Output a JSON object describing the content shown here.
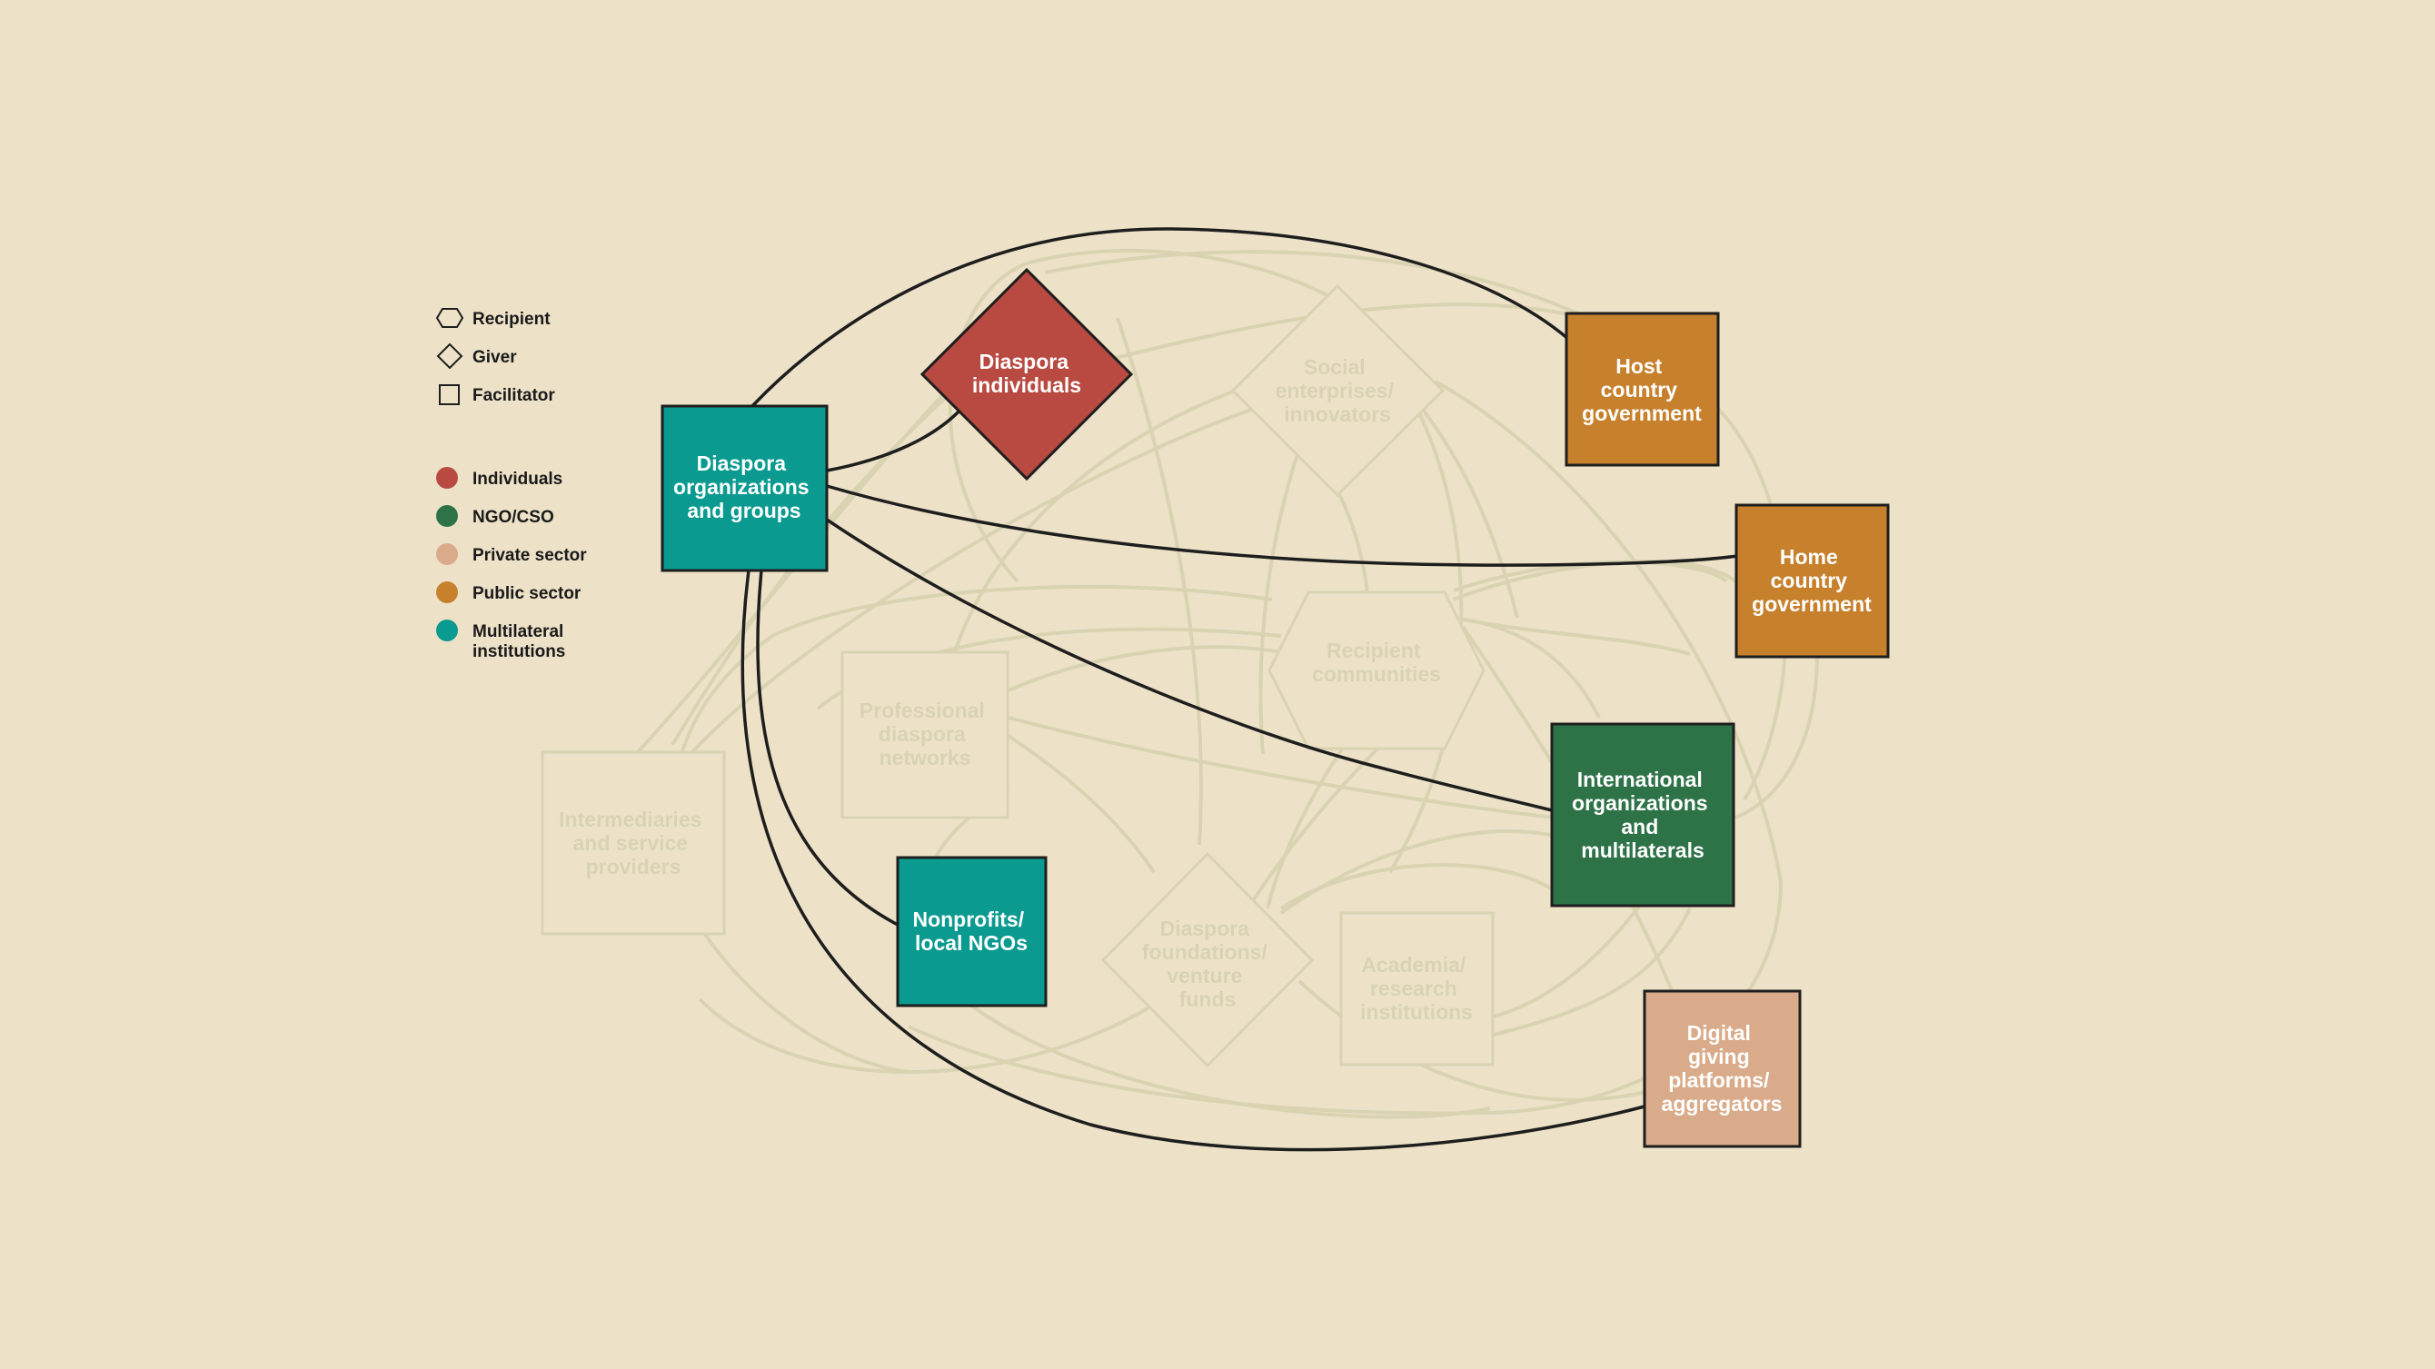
{
  "legend": {
    "shapes": [
      {
        "icon": "hexagon-icon",
        "label": "Recipient"
      },
      {
        "icon": "diamond-icon",
        "label": "Giver"
      },
      {
        "icon": "square-icon",
        "label": "Facilitator"
      }
    ],
    "categories": [
      {
        "label": "Individuals",
        "color": "#b84a41"
      },
      {
        "label": "NGO/CSO",
        "color": "#2e7248"
      },
      {
        "label": "Private sector",
        "color": "#d9ab8a"
      },
      {
        "label": "Public sector",
        "color": "#c7812d"
      },
      {
        "label": "Multilateral",
        "label_line2": "institutions",
        "color": "#0a9a90"
      }
    ]
  },
  "nodes": {
    "diaspora_orgs": {
      "lines": [
        "Diaspora",
        "organizations",
        "and groups"
      ],
      "color": "#0a9a90"
    },
    "diaspora_individuals": {
      "lines": [
        "Diaspora",
        "individuals"
      ],
      "color": "#b84a41"
    },
    "host_gov": {
      "lines": [
        "Host",
        "country",
        "government"
      ],
      "color": "#c7812d"
    },
    "home_gov": {
      "lines": [
        "Home",
        "country",
        "government"
      ],
      "color": "#c7812d"
    },
    "international_orgs": {
      "lines": [
        "International",
        "organizations",
        "and",
        "multilaterals"
      ],
      "color": "#2e7248"
    },
    "nonprofits": {
      "lines": [
        "Nonprofits/",
        "local NGOs"
      ],
      "color": "#0a9a90"
    },
    "digital_giving": {
      "lines": [
        "Digital",
        "giving",
        "platforms/",
        "aggregators"
      ],
      "color": "#d9ab8a"
    },
    "social_enterprises": {
      "lines": [
        "Social",
        "enterprises/",
        "innovators"
      ]
    },
    "recipient_communities": {
      "lines": [
        "Recipient",
        "communities"
      ]
    },
    "professional_networks": {
      "lines": [
        "Professional",
        "diaspora",
        "networks"
      ]
    },
    "intermediaries": {
      "lines": [
        "Intermediaries",
        "and service",
        "providers"
      ]
    },
    "diaspora_foundations": {
      "lines": [
        "Diaspora",
        "foundations/",
        "venture",
        "funds"
      ]
    },
    "academia": {
      "lines": [
        "Academia/",
        "research",
        "institutions"
      ]
    }
  }
}
